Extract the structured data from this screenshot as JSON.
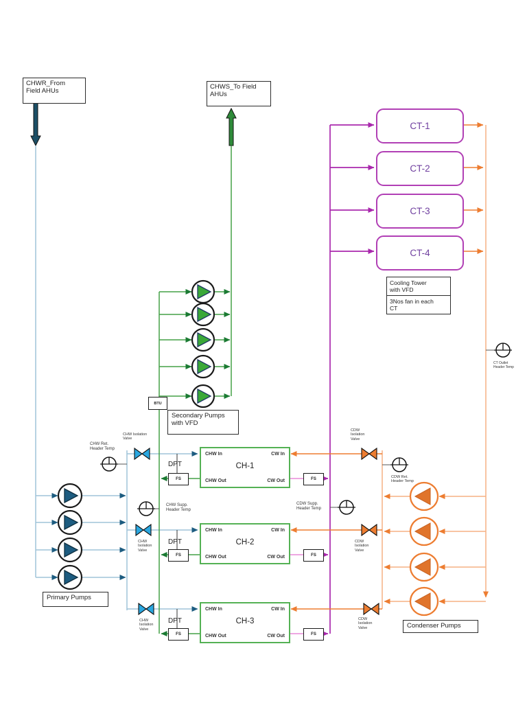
{
  "colors": {
    "chw_line": "#9fc4d9",
    "chw_dark": "#1d5c80",
    "chw_valve": "#2aa7e0",
    "chws_line": "#43a047",
    "chws_dark": "#1b7a33",
    "pump_green": "#3aa838",
    "chiller_border": "#54b154",
    "cdw_supply": "#a928ad",
    "ct_border": "#b13fb5",
    "ct_text": "#6f3f9f",
    "pink": "#e88ad8",
    "cw_line": "#ed7d31",
    "cw_pale": "#f5b183",
    "chwr_arrow": "#1c4f66",
    "chws_arrow": "#2f8b3a"
  },
  "endpoints": {
    "chwr": [
      "CHWR_From",
      "Field AHUs"
    ],
    "chws": [
      "CHWS_To Field",
      "AHUs"
    ]
  },
  "cooling_towers": {
    "count": 4,
    "names": [
      "CT-1",
      "CT-2",
      "CT-3",
      "CT-4"
    ],
    "note1": [
      "Cooling Tower",
      "with VFD"
    ],
    "note2": [
      "3Nos fan in each",
      "CT"
    ]
  },
  "pump_groups": {
    "primary": {
      "label": "Primary Pumps",
      "count": 4
    },
    "secondary": {
      "label": [
        "Secondary Pumps",
        "with VFD"
      ],
      "count": 5
    },
    "condenser": {
      "label": "Condenser Pumps",
      "count": 4
    }
  },
  "chillers": {
    "count": 3,
    "names": [
      "CH-1",
      "CH-2",
      "CH-3"
    ],
    "ports": {
      "chw_in": "CHW In",
      "cw_in": "CW In",
      "chw_out": "CHW Out",
      "cw_out": "CW Out"
    }
  },
  "instruments": {
    "btu": "BTU",
    "dpt": "DPT",
    "fs": "FS"
  },
  "sensors": {
    "chw_ret": [
      "CHW Ret.",
      "Header Temp"
    ],
    "chw_supp": [
      "CHW Supp.",
      "Header Temp"
    ],
    "cdw_ret": [
      "CDW Ret.",
      "Header Temp"
    ],
    "cdw_supp": [
      "CDW Supp.",
      "Header Temp"
    ],
    "ct_outlet": [
      "CT Outlet",
      "Header Temp"
    ]
  },
  "valve_labels": {
    "chw_two_line": [
      "CHW Isolation",
      "Valve"
    ],
    "chw": [
      "CHW",
      "Isolation",
      "Valve"
    ],
    "cdw": [
      "CDW",
      "Isolation",
      "Valve"
    ]
  }
}
